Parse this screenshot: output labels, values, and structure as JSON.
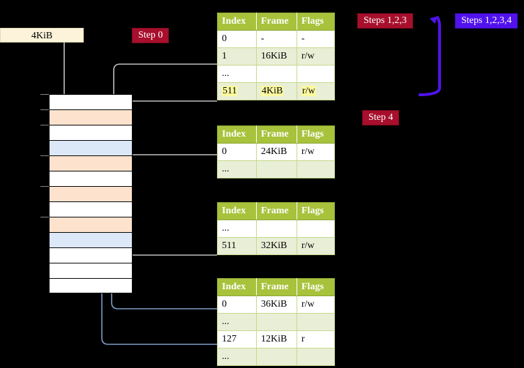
{
  "diagram": {
    "title_boxes": [
      {
        "name": "size-box",
        "label": "4KiB"
      }
    ],
    "badges": [
      {
        "id": "step0",
        "label": "Step 0",
        "color": "#a80f2c",
        "text_color": "#ffffff"
      },
      {
        "id": "steps123",
        "label": "Steps 1,2,3",
        "color": "#a80f2c",
        "text_color": "#ffffff"
      },
      {
        "id": "steps1234",
        "label": "Steps 1,2,3,4",
        "color": "#5112ee",
        "text_color": "#ffffff"
      },
      {
        "id": "step4",
        "label": "Step 4",
        "color": "#a80f2c",
        "text_color": "#ffffff"
      }
    ],
    "memory_rows": [
      {
        "index": 0,
        "fill": "white"
      },
      {
        "index": 1,
        "fill": "orange"
      },
      {
        "index": 2,
        "fill": "white"
      },
      {
        "index": 3,
        "fill": "blue"
      },
      {
        "index": 4,
        "fill": "orange"
      },
      {
        "index": 5,
        "fill": "white"
      },
      {
        "index": 6,
        "fill": "orange"
      },
      {
        "index": 7,
        "fill": "white"
      },
      {
        "index": 8,
        "fill": "orange"
      },
      {
        "index": 9,
        "fill": "blue"
      },
      {
        "index": 10,
        "fill": "white"
      },
      {
        "index": 11,
        "fill": "white"
      },
      {
        "index": 12,
        "fill": "white"
      }
    ],
    "colors": {
      "orange_fill": "#fde3cd",
      "blue_fill": "#dce8f7",
      "white_fill": "#ffffff",
      "grey_wire": "#b8b8b8",
      "blue_wire": "#7d9fc9",
      "purple_arrow": "#5112ee",
      "table_header": "#a8c23c",
      "table_alt_row": "#e9eed6",
      "highlight": "#fcfaa0",
      "box_fill": "#fdf3da",
      "background": "#000000"
    }
  },
  "tables": [
    {
      "id": "table-l4",
      "headers": [
        "Index",
        "Frame",
        "Flags"
      ],
      "rows": [
        {
          "cells": [
            "0",
            "-",
            "-"
          ],
          "shade": "white",
          "highlight": false
        },
        {
          "cells": [
            "1",
            "16KiB",
            "r/w"
          ],
          "shade": "alt",
          "highlight": false
        },
        {
          "cells": [
            "...",
            "",
            ""
          ],
          "shade": "white",
          "highlight": false
        },
        {
          "cells": [
            "511",
            "4KiB",
            "r/w"
          ],
          "shade": "alt",
          "highlight": true
        }
      ]
    },
    {
      "id": "table-l3",
      "headers": [
        "Index",
        "Frame",
        "Flags"
      ],
      "rows": [
        {
          "cells": [
            "0",
            "24KiB",
            "r/w"
          ],
          "shade": "white",
          "highlight": false
        },
        {
          "cells": [
            "...",
            "",
            ""
          ],
          "shade": "alt",
          "highlight": false
        }
      ]
    },
    {
      "id": "table-l2",
      "headers": [
        "Index",
        "Frame",
        "Flags"
      ],
      "rows": [
        {
          "cells": [
            "...",
            "",
            ""
          ],
          "shade": "white",
          "highlight": false
        },
        {
          "cells": [
            "511",
            "32KiB",
            "r/w"
          ],
          "shade": "alt",
          "highlight": false
        }
      ]
    },
    {
      "id": "table-l1",
      "headers": [
        "Index",
        "Frame",
        "Flags"
      ],
      "rows": [
        {
          "cells": [
            "0",
            "36KiB",
            "r/w"
          ],
          "shade": "white",
          "highlight": false
        },
        {
          "cells": [
            "...",
            "",
            ""
          ],
          "shade": "alt",
          "highlight": false
        },
        {
          "cells": [
            "127",
            "12KiB",
            "r"
          ],
          "shade": "white",
          "highlight": false
        },
        {
          "cells": [
            "...",
            "",
            ""
          ],
          "shade": "alt",
          "highlight": false
        }
      ]
    }
  ]
}
